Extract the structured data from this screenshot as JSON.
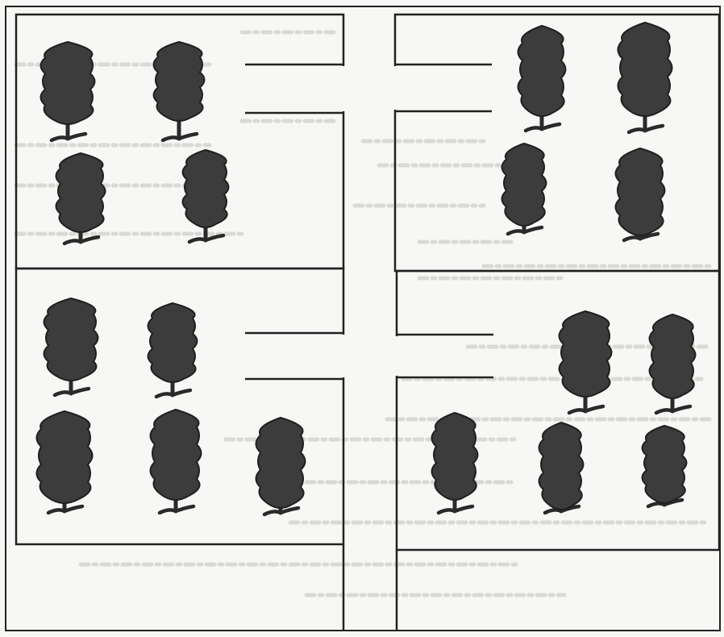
{
  "figure": {
    "colors": {
      "paper": "#f7f7f5",
      "line": "#222222",
      "tree_canopy": "#3c3c3c",
      "tree_trunk": "#2a2a2a",
      "bleed_text": "#d9d9d6"
    },
    "plots": [
      {
        "name": "plot-top-left",
        "tree_count": 4
      },
      {
        "name": "plot-top-right",
        "tree_count": 4
      },
      {
        "name": "plot-bottom-left",
        "tree_count": 5
      },
      {
        "name": "plot-bottom-right",
        "tree_count": 5
      }
    ]
  }
}
